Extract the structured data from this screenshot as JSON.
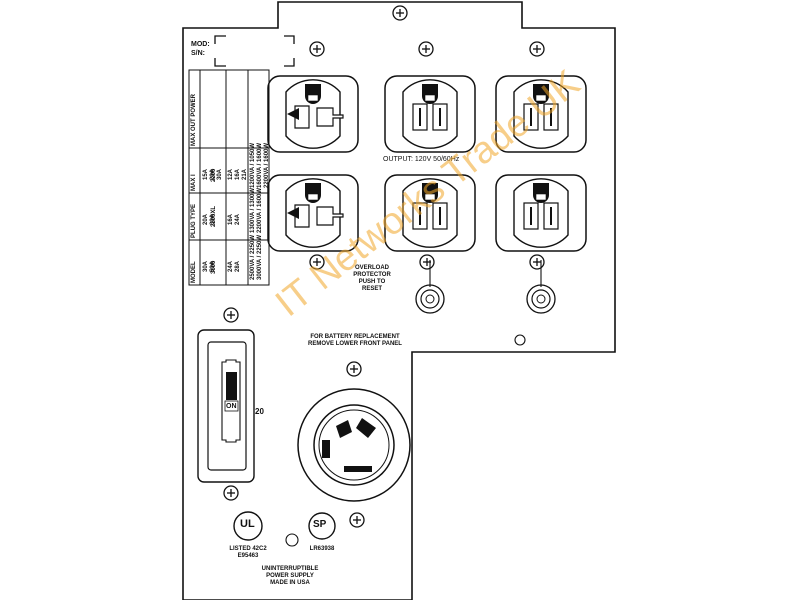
{
  "panel": {
    "mod_label": "MOD:",
    "sn_label": "S/N:",
    "output_label": "OUTPUT: 120V 50/60Hz",
    "overload_lines": [
      "OVERLOAD",
      "PROTECTOR",
      "PUSH TO",
      "RESET"
    ],
    "battery_lines": [
      "FOR BATTERY REPLACEMENT",
      "REMOVE LOWER FRONT PANEL"
    ],
    "switch_label": "ON",
    "breaker_rating": "20",
    "ul": {
      "mark": "UL",
      "lines": [
        "LISTED 42C2",
        "E95463"
      ]
    },
    "csa": {
      "mark": "SP",
      "line": "LR63938"
    },
    "footer_lines": [
      "UNINTERRUPTIBLE",
      "POWER SUPPLY",
      "MADE IN USA"
    ],
    "watermark": "IT Networks Trade UK"
  },
  "spec_table": {
    "headers": [
      "MODEL",
      "PLUG TYPE",
      "MAX I",
      "MAX OUT POWER"
    ],
    "rows": [
      {
        "model": "2200",
        "plug": [
          "15A",
          "20A",
          "30A"
        ],
        "max_i": [
          "12A",
          "16A",
          "21A"
        ],
        "power": [
          "1200VA / 1050W",
          "1600VA / 1600W",
          "2200VA / 1600W"
        ]
      },
      {
        "model": "2200XL",
        "plug": [
          "20A",
          "30A"
        ],
        "max_i": [
          "16A",
          "24A"
        ],
        "power": [
          "1300VA / 1300W",
          "2200VA / 1600W"
        ]
      },
      {
        "model": "3000",
        "plug": [
          "30A",
          "50A"
        ],
        "max_i": [
          "24A",
          "28A"
        ],
        "power": [
          "2500VA / 2250W",
          "3000VA / 2250W"
        ]
      }
    ]
  }
}
